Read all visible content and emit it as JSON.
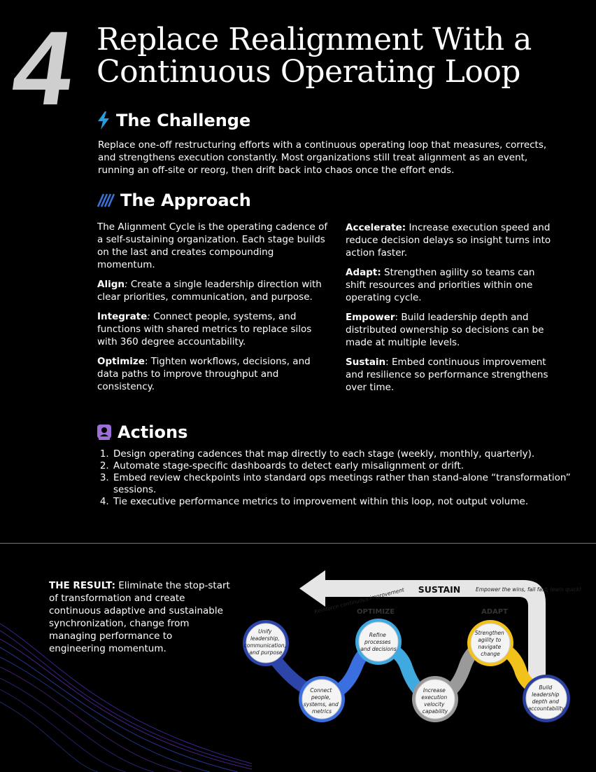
{
  "header": {
    "number": "4",
    "title_line1": "Replace Realignment With a",
    "title_line2": "Continuous Operating Loop"
  },
  "challenge": {
    "heading": "The Challenge",
    "icon": "lightning-bolt-icon",
    "text": "Replace one-off restructuring efforts with a continuous operating loop that measures, corrects, and strengthens execution constantly. Most organizations still treat alignment as an event, running an off-site or reorg, then drift back into chaos once the effort ends."
  },
  "approach": {
    "heading": "The Approach",
    "icon": "slashes-icon",
    "intro": "The Alignment Cycle is the operating cadence of a self-sustaining organization. Each stage builds on the last and creates compounding momentum.",
    "left_items": [
      {
        "term": "Align",
        "sep": ":",
        "desc": " Create a single leadership direction with clear priorities, communication, and purpose."
      },
      {
        "term": "Integrate",
        "sep": ":",
        "desc": " Connect people, systems, and functions with shared metrics to replace silos with 360 degree accountability."
      },
      {
        "term": "Optimize",
        "sep": ":",
        "desc": " Tighten workflows, decisions, and data paths to improve throughput and consistency."
      }
    ],
    "right_items": [
      {
        "term": "Accelerate:",
        "sep": "",
        "desc": " Increase execution speed and reduce decision delays so insight turns into action faster."
      },
      {
        "term": "Adapt:",
        "sep": "",
        "desc": " Strengthen agility so teams can shift resources and priorities within one operating cycle."
      },
      {
        "term": "Empower",
        "sep": ":",
        "desc": " Build leadership depth and distributed ownership so decisions can be made at multiple levels."
      },
      {
        "term": "Sustain",
        "sep": ":",
        "desc": " Embed continuous improvement and resilience so performance strengthens over time."
      }
    ]
  },
  "actions": {
    "heading": "Actions",
    "icon": "badge-icon",
    "items": [
      "Design operating cadences that map directly to each stage (weekly, monthly, quarterly).",
      "Automate stage-specific dashboards to detect early misalignment or drift.",
      "Embed review checkpoints into standard ops meetings rather than stand-alone “transformation” sessions.",
      "Tie executive performance metrics to improvement within this loop, not output volume."
    ]
  },
  "result": {
    "label": "THE RESULT:",
    "text": " Eliminate the stop-start of transformation and create continuous adaptive and sustainable synchronization, change from managing performance to engineering momentum."
  },
  "loop": {
    "sustain": "SUSTAIN",
    "arrow_left": "Reinforce continuous improvement",
    "arrow_right": "Empower the wins, fail fast, learn quickly",
    "optimize_faint": "OPTIMIZE",
    "adapt_faint": "ADAPT",
    "nodes": [
      {
        "text": [
          "Unify",
          "leadership,",
          "communication,",
          "and purpose"
        ]
      },
      {
        "text": [
          "Connect",
          "people,",
          "systems, and",
          "metrics"
        ]
      },
      {
        "text": [
          "Refine",
          "processes",
          "and decisions"
        ]
      },
      {
        "text": [
          "Increase",
          "execution",
          "velocity",
          "capability"
        ]
      },
      {
        "text": [
          "Strengthen",
          "agility to",
          "navigate",
          "change"
        ]
      },
      {
        "text": [
          "Build",
          "leadership",
          "depth and",
          "accountability"
        ]
      }
    ],
    "colors": {
      "dark_blue": "#2d44a8",
      "mid_blue": "#3b6fe0",
      "light_blue": "#3fa9e0",
      "gray": "#9a9a9a",
      "yellow": "#f2c21b",
      "navy": "#2a3f9e"
    }
  },
  "colors": {
    "bolt": "#2e9bdc",
    "slashes": "#3a72d8",
    "badge": "#9b6fd6"
  }
}
